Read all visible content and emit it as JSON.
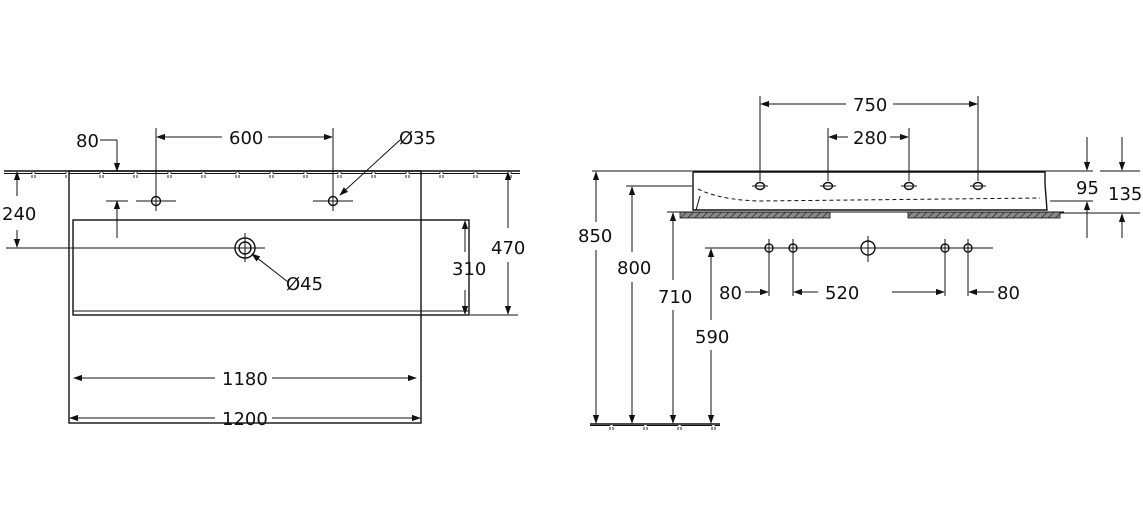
{
  "plan_view": {
    "dims": {
      "tap_offset": "80",
      "hole_spacing": "600",
      "tap_hole_dia": "Ø35",
      "left_height": "240",
      "drain_dia": "Ø45",
      "bowl_depth": "310",
      "total_depth": "470",
      "inner_width": "1180",
      "total_width": "1200"
    }
  },
  "side_view": {
    "dims": {
      "outer_holes": "750",
      "inner_holes": "280",
      "thickness": "95",
      "rim_height": "135",
      "top_height": "850",
      "bowl_height": "800",
      "bracket_height": "710",
      "waste_height": "590",
      "left_offset": "80",
      "fixing_spacing": "520",
      "right_offset": "80"
    }
  }
}
